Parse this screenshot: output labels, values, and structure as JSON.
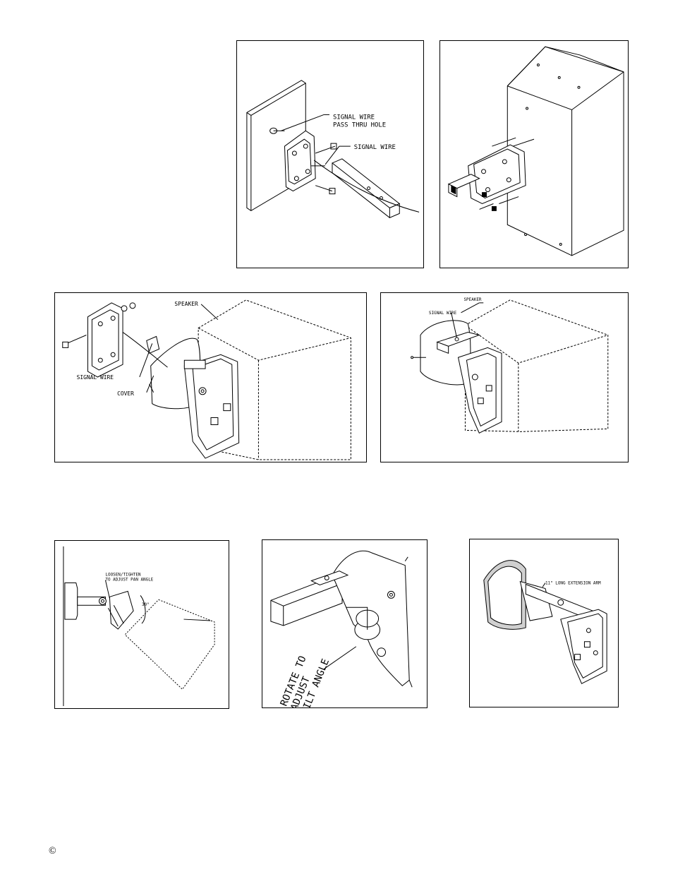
{
  "figure1": {
    "label_pass_thru_1": "SIGNAL WIRE",
    "label_pass_thru_2": "PASS THRU HOLE",
    "label_signal_wire": "SIGNAL WIRE"
  },
  "figure3": {
    "label_speaker": "SPEAKER",
    "label_signal_wire": "SIGNAL WIRE",
    "label_cover": "COVER"
  },
  "figure4": {
    "label_speaker": "SPEAKER",
    "label_signal_wire": "SIGNAL WIRE"
  },
  "figure5": {
    "label_line1": "LOOSEN/TIGHTEN",
    "label_line2": "TO ADJUST PAN ANGLE",
    "label_angle": "30°"
  },
  "figure6": {
    "label_line1": "ROTATE TO",
    "label_line2": "ADJUST",
    "label_line3": "TILT ANGLE"
  },
  "figure7": {
    "label_arm": "11\" LONG EXTENSION ARM"
  },
  "footer": {
    "copyright": "©"
  }
}
